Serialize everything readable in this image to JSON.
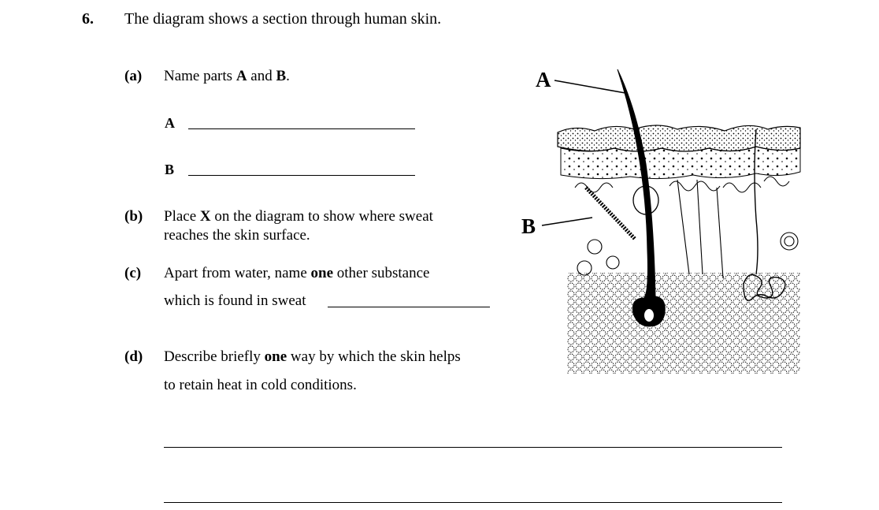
{
  "question": {
    "number": "6.",
    "stem": "The diagram shows a section through human skin."
  },
  "parts": {
    "a": {
      "label": "(a)",
      "text_pre": "Name parts ",
      "text_b1": "A",
      "text_mid": " and ",
      "text_b2": "B",
      "text_post": ".",
      "answer_a_label": "A",
      "answer_b_label": "B"
    },
    "b": {
      "label": "(b)",
      "line1_pre": "Place ",
      "line1_bold": "X",
      "line1_post": " on the diagram to show where sweat",
      "line2": "reaches the skin surface."
    },
    "c": {
      "label": "(c)",
      "line1_pre": "Apart from water, name ",
      "line1_bold": "one",
      "line1_post": " other substance",
      "line2": "which is found in sweat"
    },
    "d": {
      "label": "(d)",
      "line1_pre": "Describe briefly ",
      "line1_bold": "one",
      "line1_post": " way by which the skin helps",
      "line2": "to retain heat in cold conditions."
    }
  },
  "diagram": {
    "label_a": "A",
    "label_b": "B"
  }
}
